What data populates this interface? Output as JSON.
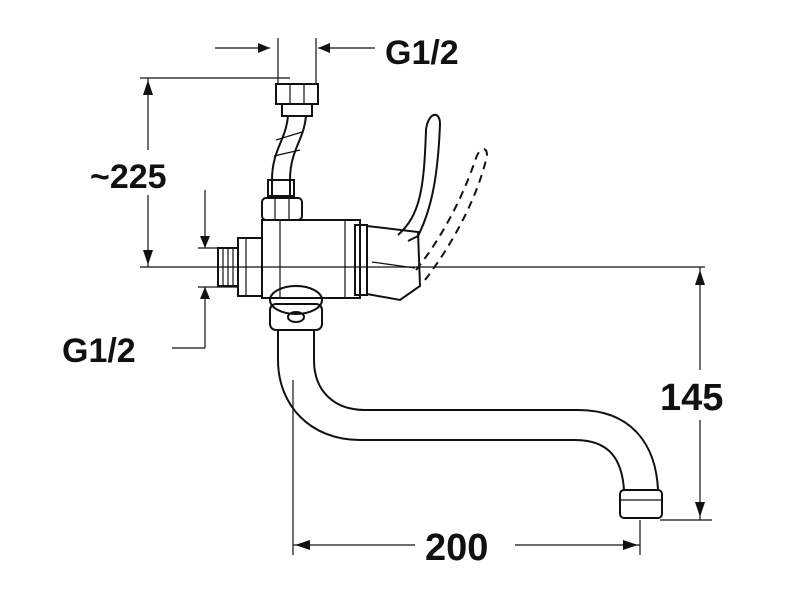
{
  "dimensions": {
    "top_thread": "G1/2",
    "height_approx": "~225",
    "side_thread": "G1/2",
    "spout_height": "145",
    "spout_reach": "200"
  },
  "colors": {
    "ink": "#111111",
    "paper": "#ffffff"
  }
}
